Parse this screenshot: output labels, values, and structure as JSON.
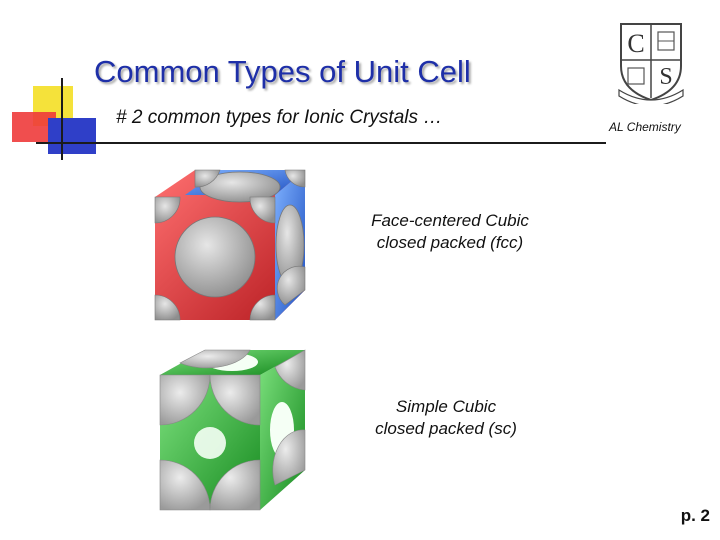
{
  "slide": {
    "title": "Common Types of Unit Cell",
    "subtitle": "# 2 common types for Ionic Crystals …",
    "logo_caption": "AL Chemistry",
    "page_number": "p. 2"
  },
  "figures": [
    {
      "caption_line1": "Face-centered Cubic",
      "caption_line2": "closed packed (fcc)"
    },
    {
      "caption_line1": "Simple Cubic",
      "caption_line2": "closed packed (sc)"
    }
  ],
  "logo": {
    "monogram_left": "C",
    "monogram_right": "S"
  },
  "colors": {
    "title": "#1e2fa8",
    "fcc_red": "#d8262c",
    "fcc_blue": "#2f6fe0",
    "sc_green": "#22a32b",
    "sphere_grey": "#b4b4b4"
  }
}
